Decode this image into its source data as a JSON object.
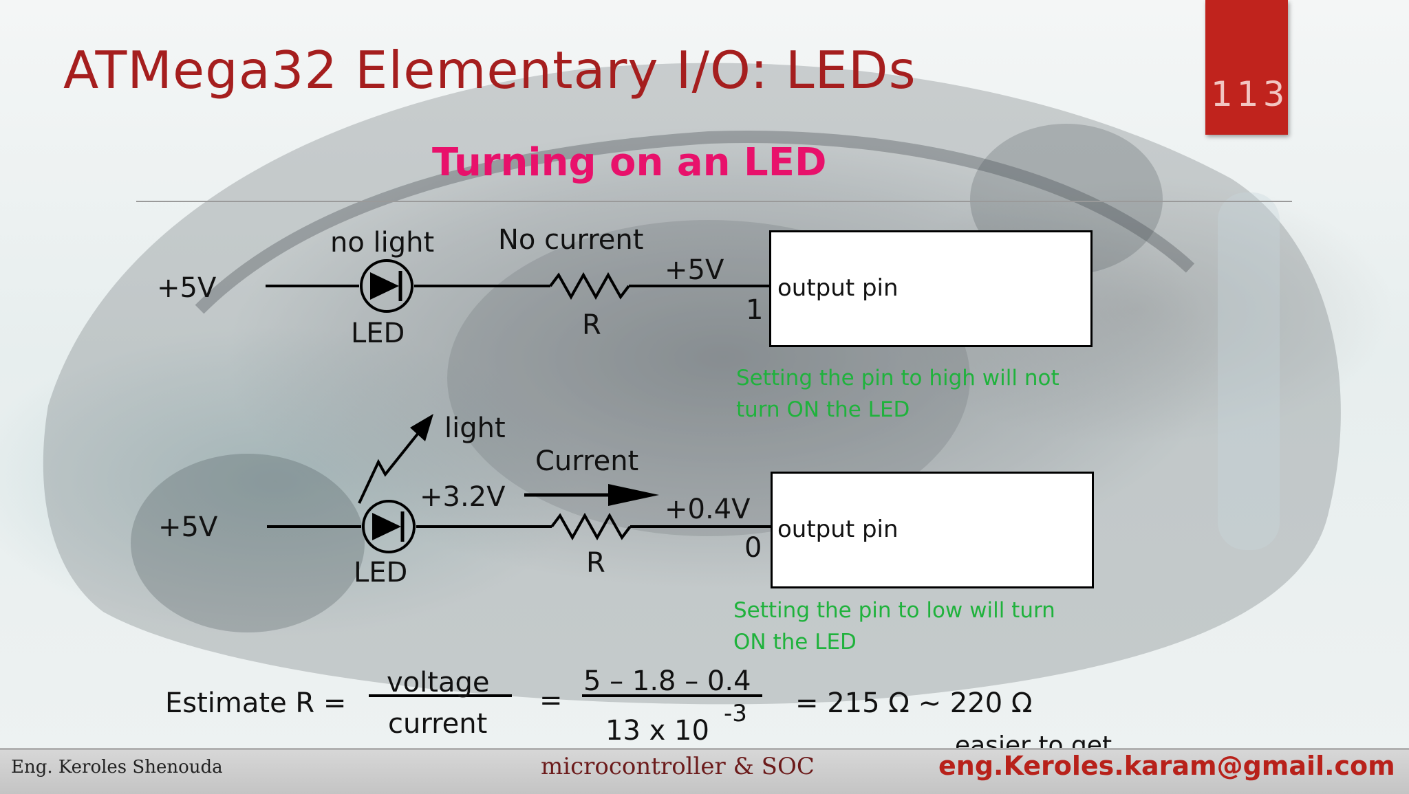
{
  "slide": {
    "title": "ATMega32 Elementary I/O: LEDs",
    "page_number": "113",
    "subtitle": "Turning on an LED"
  },
  "circuit_top": {
    "supply": "+5V",
    "led_state": "no light",
    "led_label": "LED",
    "current_label": "No current",
    "resistor_label": "R",
    "node_voltage": "+5V",
    "pin_value": "1",
    "box_label": "output pin",
    "note_line1": "Setting the pin to high will not",
    "note_line2": "turn ON the LED"
  },
  "circuit_bottom": {
    "supply": "+5V",
    "led_state": "light",
    "led_label": "LED",
    "led_voltage": "+3.2V",
    "current_label": "Current",
    "resistor_label": "R",
    "node_voltage": "+0.4V",
    "pin_value": "0",
    "box_label": "output pin",
    "note_line1": "Setting the pin to low will turn",
    "note_line2": "ON the LED"
  },
  "formula": {
    "lhs": "Estimate R =",
    "numerator1": "voltage",
    "denominator1": "current",
    "equals": "=",
    "numerator2": "5 – 1.8 – 0.4",
    "denominator2": "13 x 10",
    "exponent": "-3",
    "result": "= 215 Ω ~ 220 Ω",
    "note": "easier to get"
  },
  "footer": {
    "author": "Eng. Keroles Shenouda",
    "course": "microcontroller & SOC",
    "email": "eng.Keroles.karam@gmail.com"
  },
  "colors": {
    "title": "#a51e1e",
    "subtitle": "#e8116b",
    "note": "#1fb23c",
    "page_tab": "#c0231d"
  }
}
